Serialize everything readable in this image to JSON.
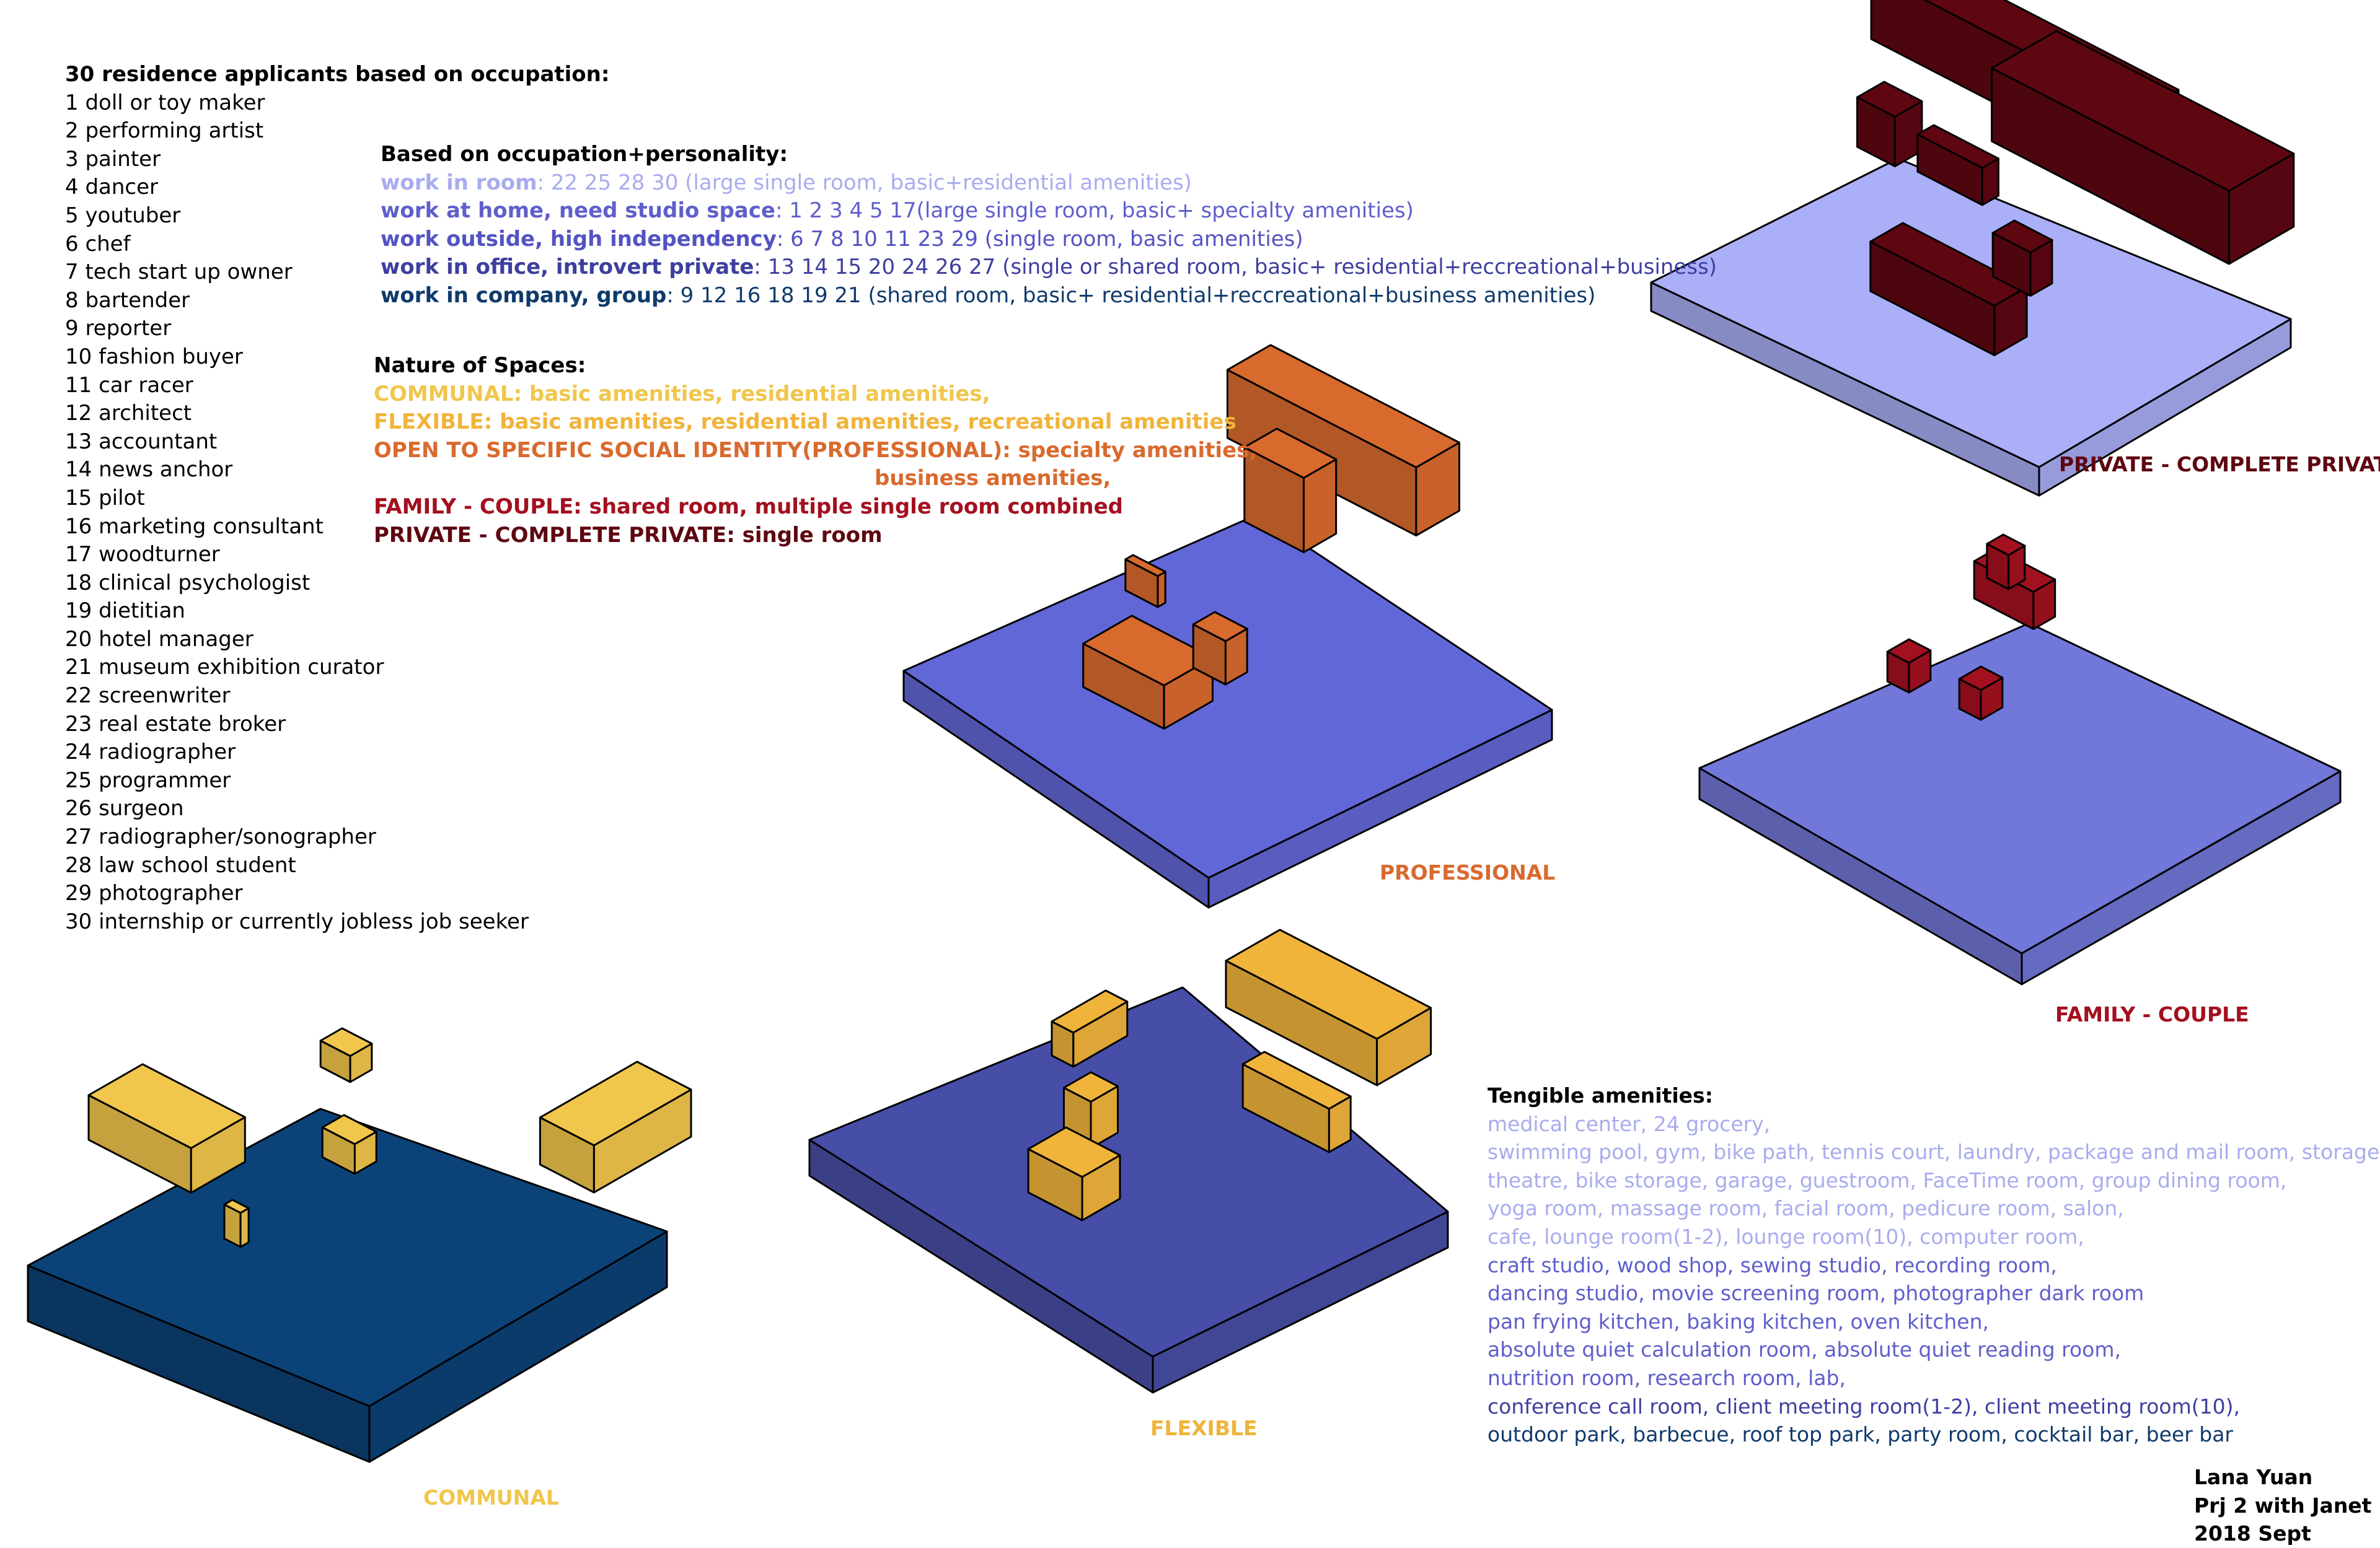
{
  "colors": {
    "communal": "#F0C64C",
    "flexible": "#F0B43B",
    "professional": "#D96A2E",
    "family": "#A3101F",
    "private": "#5E0711",
    "lavender": "#A8ACEE",
    "slab_light": "#A6ABF7",
    "slab_prof": "#5A5FD6",
    "slab_family": "#6A70D8",
    "slab_flex": "#3D45A3",
    "slab_comm": "#063F76",
    "violet": "#5F5FCB",
    "navy_mid": "#3D3F9E",
    "navy": "#0F3A6B"
  },
  "applicants": {
    "title": "30 residence applicants based on occupation:",
    "items": [
      "1 doll or toy maker",
      "2 performing artist",
      "3 painter",
      "4 dancer",
      "5 youtuber",
      "6 chef",
      "7 tech start up owner",
      "8 bartender",
      "9 reporter",
      "10 fashion buyer",
      "11 car racer",
      "12 architect",
      "13 accountant",
      "14 news anchor",
      "15 pilot",
      "16 marketing consultant",
      "17 woodturner",
      "18 clinical psychologist",
      "19 dietitian",
      "20 hotel manager",
      "21 museum exhibition curator",
      "22 screenwriter",
      "23 real estate broker",
      "24 radiographer",
      "25 programmer",
      "26 surgeon",
      "27 radiographer/sonographer",
      "28 law school student",
      "29 photographer",
      "30 internship or currently jobless job seeker"
    ]
  },
  "personality": {
    "title": "Based on occupation+personality:",
    "rows": [
      {
        "label": "work in room",
        "text": ": 22 25 28 30 (large single room, basic+residential amenities)"
      },
      {
        "label": "work at home, need studio space",
        "text": ": 1 2 3 4 5 17(large single room, basic+ specialty amenities)"
      },
      {
        "label": "work outside, high independency",
        "text": ": 6 7 8 10 11 23 29 (single room, basic amenities)"
      },
      {
        "label": "work in office, introvert private",
        "text": ": 13 14 15 20 24 26 27 (single or shared room, basic+ residential+reccreational+business)"
      },
      {
        "label": "work in company, group",
        "text": ": 9 12 16 18 19 21 (shared room, basic+ residential+reccreational+business amenities)"
      }
    ]
  },
  "nature": {
    "title": "Nature of Spaces:",
    "rows": [
      "COMMUNAL: basic amenities, residential amenities,",
      "FLEXIBLE: basic amenities, residential amenities, recreational amenities",
      "OPEN TO SPECIFIC SOCIAL IDENTITY(PROFESSIONAL): specialty amenities,",
      "business amenities,",
      "FAMILY - COUPLE: shared room, multiple single room combined",
      "PRIVATE - COMPLETE PRIVATE: single room"
    ]
  },
  "amenities": {
    "title": "Tengible amenities:",
    "lines": [
      "medical center, 24 grocery,",
      "swimming pool, gym, bike path, tennis court, laundry, package and mail room, storage,",
      "theatre, bike storage, garage, guestroom, FaceTime room, group dining room,",
      "yoga room, massage room, facial room, pedicure room, salon,",
      "cafe, lounge room(1-2), lounge room(10), computer room,",
      "craft studio, wood shop, sewing studio, recording room,",
      "dancing studio, movie screening room, photographer dark room",
      "pan frying kitchen, baking kitchen, oven kitchen,",
      "absolute quiet calculation room, absolute quiet reading room,",
      "nutrition room, research room, lab,",
      "conference call room, client meeting room(1-2), client meeting room(10),",
      "outdoor park, barbecue, roof top park, party room, cocktail bar, beer bar"
    ]
  },
  "labels": {
    "private": "PRIVATE - COMPLETE PRIVATE",
    "professional": "PROFESSIONAL",
    "family": "FAMILY - COUPLE",
    "flexible": "FLEXIBLE",
    "communal": "COMMUNAL"
  },
  "credits": {
    "lines": [
      "Lana Yuan",
      "Prj 2 with Janet",
      "2018 Sept"
    ]
  }
}
